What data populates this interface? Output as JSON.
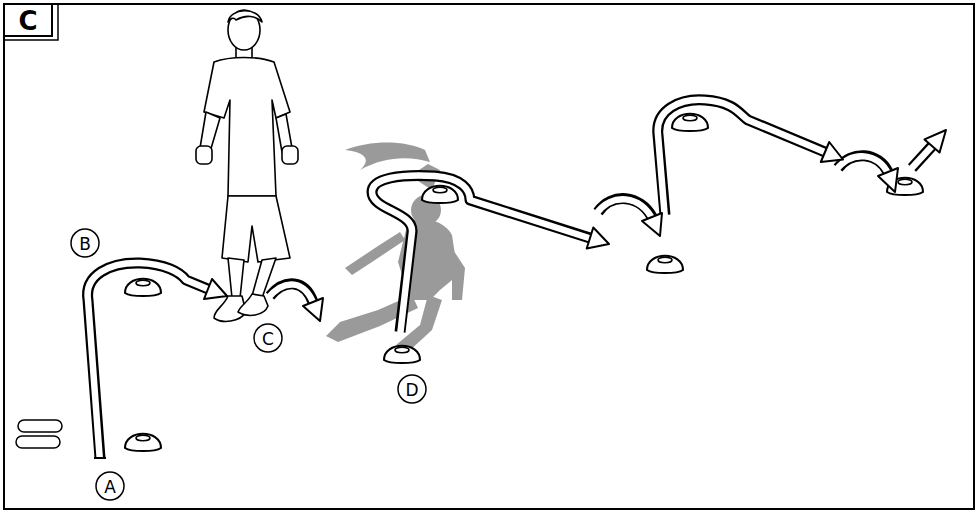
{
  "diagram": {
    "labels": [
      "C",
      "A",
      "B",
      "C",
      "D"
    ]
  }
}
